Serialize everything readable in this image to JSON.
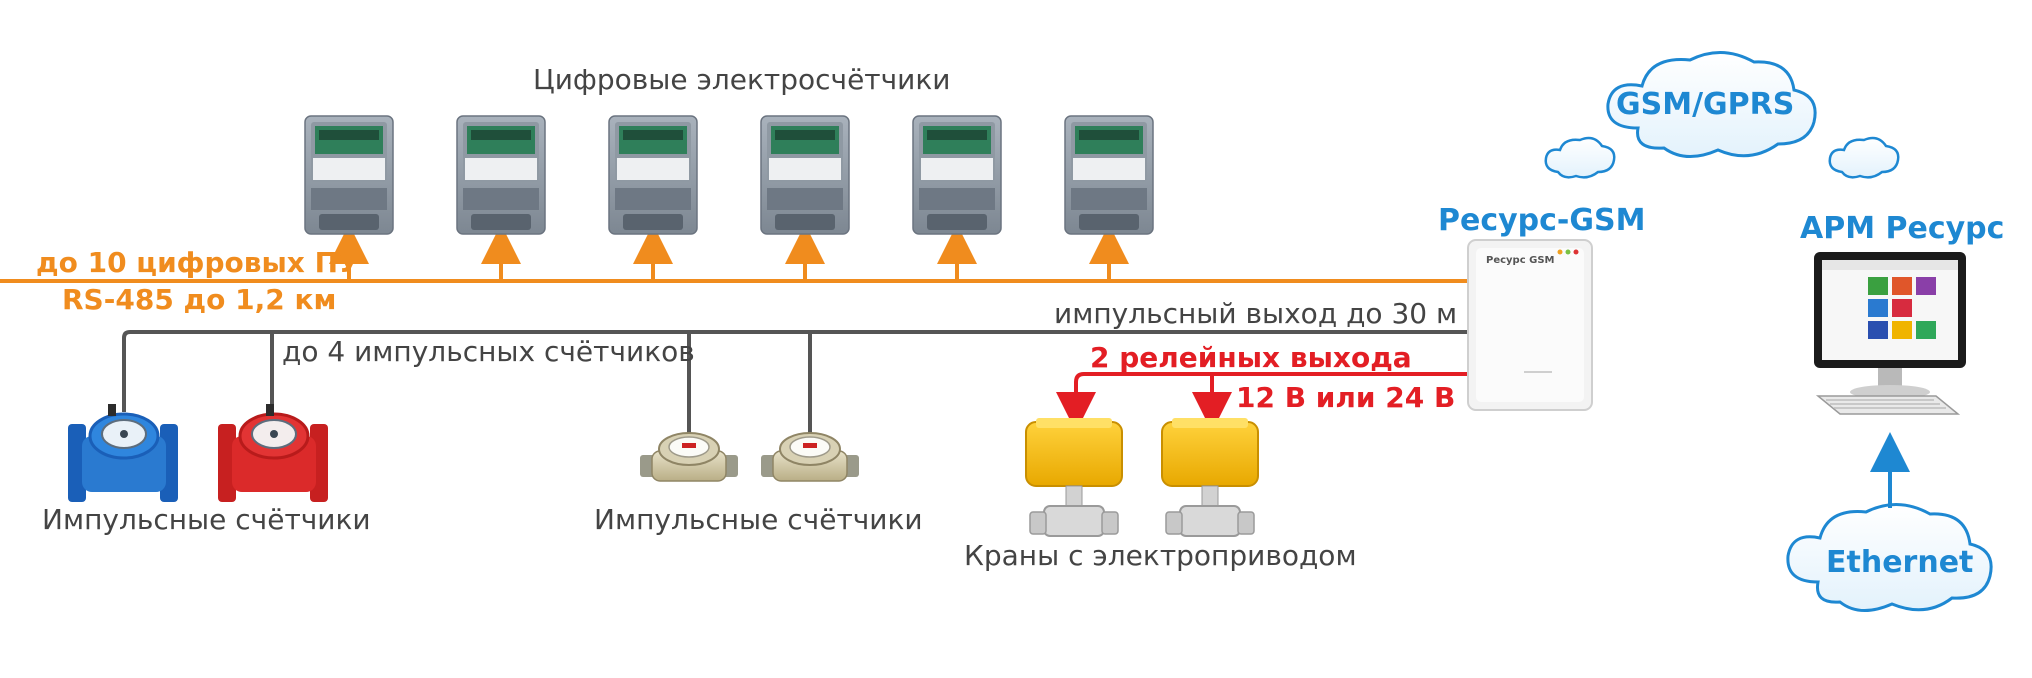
{
  "labels": {
    "digital_meters_title": "Цифровые электросчётчики",
    "rs485_line1": "до 10 цифровых ПУ",
    "rs485_line2": "RS-485 до 1,2 км",
    "pulse_output": "импульсный выход до 30 м",
    "pulse_meters_limit": "до 4 импульсных счётчиков",
    "relay_outputs": "2 релейных выхода",
    "relay_voltage": "12 В или 24 В",
    "pulse_meters_left": "Импульсные счётчики",
    "pulse_meters_mid": "Импульсные счётчики",
    "valves": "Краны с электроприводом",
    "device_name": "Ресурс-GSM",
    "device_brand": "Ресурс GSM",
    "workstation": "АРМ Ресурс",
    "cloud_gsm": "GSM/GPRS",
    "cloud_ethernet": "Ethernet"
  },
  "colors": {
    "orange": "#f08c1e",
    "red": "#e31e24",
    "gray_line": "#555555",
    "blue": "#1e88d2",
    "cloud_fill": "#eef7fd"
  },
  "icons": {
    "meter": "electric-meter-icon",
    "water_meter": "water-meter-icon",
    "valve": "motorized-valve-icon",
    "device": "gsm-controller-icon",
    "computer": "computer-icon",
    "cloud": "cloud-icon"
  }
}
